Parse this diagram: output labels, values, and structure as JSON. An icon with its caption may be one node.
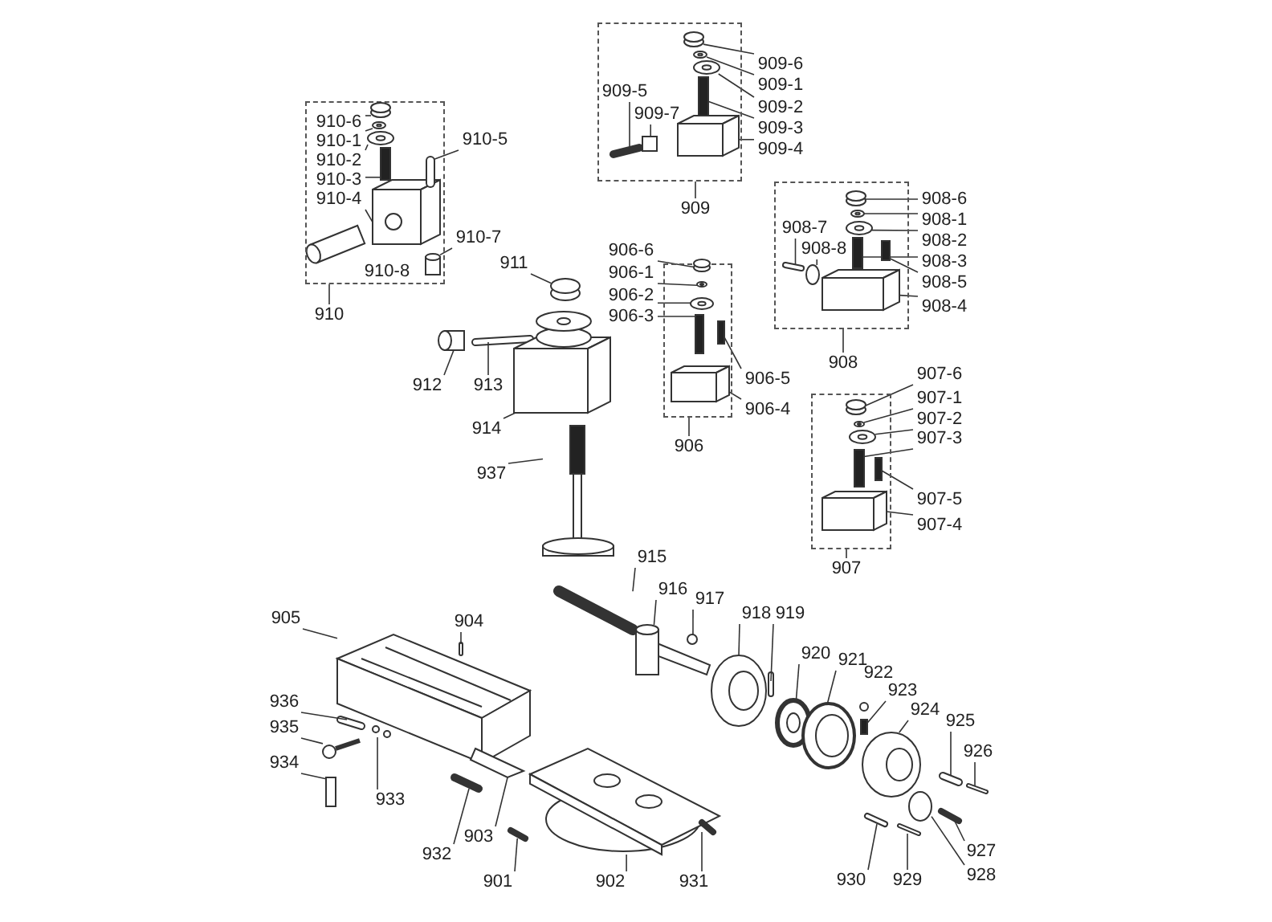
{
  "diagram": {
    "nodes": [
      {
        "text": [],
        "shape": "box"
      },
      {
        "text": [
          "910-6"
        ],
        "in": 0
      },
      {
        "text": [
          "910-1"
        ],
        "in": 0
      },
      {
        "text": [
          "910-2"
        ],
        "in": 0
      },
      {
        "text": [
          "910-3"
        ],
        "in": 0
      },
      {
        "text": [
          "910-4"
        ],
        "in": 0
      },
      {
        "text": [
          "910-8"
        ],
        "in": 0
      },
      {
        "text": [
          "910-5"
        ]
      },
      {
        "text": [
          "910-7"
        ]
      },
      {
        "text": [
          "910"
        ]
      },
      {
        "text": [],
        "shape": "box"
      },
      {
        "text": [
          "909-5"
        ],
        "in": 10
      },
      {
        "text": [
          "909-7"
        ],
        "in": 10
      },
      {
        "text": [
          "909-6"
        ]
      },
      {
        "text": [
          "909-1"
        ]
      },
      {
        "text": [
          "909-2"
        ]
      },
      {
        "text": [
          "909-3"
        ]
      },
      {
        "text": [
          "909-4"
        ]
      },
      {
        "text": [
          "909"
        ]
      },
      {
        "text": [],
        "shape": "box"
      },
      {
        "text": [
          "908-7"
        ],
        "in": 19
      },
      {
        "text": [
          "908-8"
        ],
        "in": 19
      },
      {
        "text": [
          "908-6"
        ]
      },
      {
        "text": [
          "908-1"
        ]
      },
      {
        "text": [
          "908-2"
        ]
      },
      {
        "text": [
          "908-3"
        ]
      },
      {
        "text": [
          "908-5"
        ]
      },
      {
        "text": [
          "908-4"
        ]
      },
      {
        "text": [
          "908"
        ]
      },
      {
        "text": [
          "911"
        ]
      },
      {
        "text": [
          "912"
        ]
      },
      {
        "text": [
          "913"
        ]
      },
      {
        "text": [
          "914"
        ]
      },
      {
        "text": [],
        "shape": "box"
      },
      {
        "text": [
          "906-6"
        ]
      },
      {
        "text": [
          "906-1"
        ]
      },
      {
        "text": [
          "906-2"
        ]
      },
      {
        "text": [
          "906-3"
        ]
      },
      {
        "text": [
          "906-5"
        ]
      },
      {
        "text": [
          "906-4"
        ]
      },
      {
        "text": [
          "906"
        ]
      },
      {
        "text": [
          "937"
        ]
      },
      {
        "text": [],
        "shape": "box"
      },
      {
        "text": [
          "907-6"
        ]
      },
      {
        "text": [
          "907-1"
        ]
      },
      {
        "text": [
          "907-2"
        ]
      },
      {
        "text": [
          "907-3"
        ]
      },
      {
        "text": [
          "907-5"
        ]
      },
      {
        "text": [
          "907-4"
        ]
      },
      {
        "text": [
          "907"
        ]
      },
      {
        "text": [
          "905"
        ]
      },
      {
        "text": [
          "904"
        ]
      },
      {
        "text": [
          "915"
        ]
      },
      {
        "text": [
          "916"
        ]
      },
      {
        "text": [
          "917"
        ]
      },
      {
        "text": [
          "918"
        ]
      },
      {
        "text": [
          "919"
        ]
      },
      {
        "text": [
          "920"
        ]
      },
      {
        "text": [
          "921"
        ]
      },
      {
        "text": [
          "922"
        ]
      },
      {
        "text": [
          "923"
        ]
      },
      {
        "text": [
          "924"
        ]
      },
      {
        "text": [
          "925"
        ]
      },
      {
        "text": [
          "926"
        ]
      },
      {
        "text": [
          "936"
        ]
      },
      {
        "text": [
          "935"
        ]
      },
      {
        "text": [
          "934"
        ]
      },
      {
        "text": [
          "933"
        ]
      },
      {
        "text": [
          "932"
        ]
      },
      {
        "text": [
          "903"
        ]
      },
      {
        "text": [
          "927"
        ]
      },
      {
        "text": [
          "928"
        ]
      },
      {
        "text": [
          "901"
        ]
      },
      {
        "text": [
          "902"
        ]
      },
      {
        "text": [
          "931"
        ]
      },
      {
        "text": [
          "930"
        ]
      },
      {
        "text": [
          "929"
        ]
      },
      {
        "text": [],
        "shape": "cylinder",
        "in": 0
      },
      {
        "text": [],
        "shape": "ring",
        "in": 0
      },
      {
        "text": [],
        "shape": "ring",
        "in": 0
      },
      {
        "text": [],
        "shape": "bar",
        "in": 0
      },
      {
        "text": [],
        "shape": "box",
        "in": 0
      },
      {
        "text": [],
        "shape": "bar",
        "in": 0
      },
      {
        "text": [],
        "shape": "cylinder",
        "in": 0
      },
      {
        "text": [],
        "shape": "bar",
        "in": 10
      },
      {
        "text": [],
        "shape": "box",
        "in": 10
      },
      {
        "text": [],
        "shape": "cylinder",
        "in": 10
      },
      {
        "text": [],
        "shape": "ring",
        "in": 10
      },
      {
        "text": [],
        "shape": "ring",
        "in": 10
      },
      {
        "text": [],
        "shape": "bar",
        "in": 10
      },
      {
        "text": [],
        "shape": "box",
        "in": 10
      },
      {
        "text": [],
        "shape": "bar",
        "in": 19
      },
      {
        "text": [],
        "shape": "circle",
        "in": 19
      },
      {
        "text": [],
        "shape": "cylinder",
        "in": 19
      },
      {
        "text": [],
        "shape": "ring",
        "in": 19
      },
      {
        "text": [],
        "shape": "ring",
        "in": 19
      },
      {
        "text": [],
        "shape": "bar",
        "in": 19
      },
      {
        "text": [],
        "shape": "bar",
        "in": 19
      },
      {
        "text": [],
        "shape": "box",
        "in": 19
      },
      {
        "text": [],
        "shape": "cylinder"
      },
      {
        "text": [],
        "shape": "cylinder"
      },
      {
        "text": [],
        "shape": "bar"
      },
      {
        "text": [],
        "shape": "box"
      },
      {
        "text": [],
        "shape": "cylinder",
        "in": 33
      },
      {
        "text": [],
        "shape": "ring",
        "in": 33
      },
      {
        "text": [],
        "shape": "ring",
        "in": 33
      },
      {
        "text": [],
        "shape": "bar",
        "in": 33
      },
      {
        "text": [],
        "shape": "bar",
        "in": 33
      },
      {
        "text": [],
        "shape": "box",
        "in": 33
      },
      {
        "text": [],
        "shape": "bar"
      },
      {
        "text": [],
        "shape": "cylinder",
        "in": 42
      },
      {
        "text": [],
        "shape": "ring",
        "in": 42
      },
      {
        "text": [],
        "shape": "ring",
        "in": 42
      },
      {
        "text": [],
        "shape": "bar",
        "in": 42
      },
      {
        "text": [],
        "shape": "bar",
        "in": 42
      },
      {
        "text": [],
        "shape": "box",
        "in": 42
      },
      {
        "text": [],
        "shape": "box"
      },
      {
        "text": [],
        "shape": "bar"
      },
      {
        "text": [],
        "shape": "bar"
      },
      {
        "text": [],
        "shape": "cylinder"
      },
      {
        "text": [],
        "shape": "circle"
      },
      {
        "text": [],
        "shape": "ring"
      },
      {
        "text": [],
        "shape": "bar"
      },
      {
        "text": [],
        "shape": "ring"
      },
      {
        "text": [],
        "shape": "ring"
      },
      {
        "text": [],
        "shape": "bar"
      },
      {
        "text": [],
        "shape": "ring"
      },
      {
        "text": [],
        "shape": "bar"
      },
      {
        "text": [],
        "shape": "bar"
      },
      {
        "text": [],
        "shape": "bar"
      },
      {
        "text": [],
        "shape": "circle"
      },
      {
        "text": [],
        "shape": "bar"
      },
      {
        "text": [],
        "shape": "circle"
      },
      {
        "text": [],
        "shape": "bar"
      },
      {
        "text": [],
        "shape": "bar"
      },
      {
        "text": [],
        "shape": "bar"
      },
      {
        "text": [],
        "shape": "circle"
      },
      {
        "text": [],
        "shape": "bar"
      },
      {
        "text": [],
        "shape": "box"
      },
      {
        "text": [],
        "shape": "bar"
      },
      {
        "text": [],
        "shape": "bar"
      },
      {
        "text": [],
        "shape": "bar"
      }
    ],
    "edges": [
      {
        "from": 1,
        "to": 77,
        "arrow": "none"
      },
      {
        "from": 2,
        "to": 78,
        "arrow": "none"
      },
      {
        "from": 3,
        "to": 79,
        "arrow": "none"
      },
      {
        "from": 4,
        "to": 80,
        "arrow": "none"
      },
      {
        "from": 5,
        "to": 81,
        "arrow": "none"
      },
      {
        "from": 7,
        "to": 82,
        "arrow": "none"
      },
      {
        "from": 8,
        "to": 83,
        "arrow": "none"
      },
      {
        "from": 9,
        "to": 0,
        "arrow": "none"
      },
      {
        "from": 11,
        "to": 84,
        "arrow": "none"
      },
      {
        "from": 12,
        "to": 85,
        "arrow": "none"
      },
      {
        "from": 13,
        "to": 86,
        "arrow": "none"
      },
      {
        "from": 14,
        "to": 87,
        "arrow": "none"
      },
      {
        "from": 15,
        "to": 88,
        "arrow": "none"
      },
      {
        "from": 16,
        "to": 89,
        "arrow": "none"
      },
      {
        "from": 17,
        "to": 90,
        "arrow": "none"
      },
      {
        "from": 18,
        "to": 10,
        "arrow": "none"
      },
      {
        "from": 20,
        "to": 91,
        "arrow": "none"
      },
      {
        "from": 21,
        "to": 92,
        "arrow": "none"
      },
      {
        "from": 22,
        "to": 93,
        "arrow": "none"
      },
      {
        "from": 23,
        "to": 94,
        "arrow": "none"
      },
      {
        "from": 24,
        "to": 95,
        "arrow": "none"
      },
      {
        "from": 25,
        "to": 96,
        "arrow": "none"
      },
      {
        "from": 26,
        "to": 97,
        "arrow": "none"
      },
      {
        "from": 27,
        "to": 98,
        "arrow": "none"
      },
      {
        "from": 28,
        "to": 19,
        "arrow": "none"
      },
      {
        "from": 29,
        "to": 99,
        "arrow": "none"
      },
      {
        "from": 30,
        "to": 100,
        "arrow": "none"
      },
      {
        "from": 31,
        "to": 101,
        "arrow": "none"
      },
      {
        "from": 32,
        "to": 102,
        "arrow": "none"
      },
      {
        "from": 34,
        "to": 103,
        "arrow": "none"
      },
      {
        "from": 35,
        "to": 104,
        "arrow": "none"
      },
      {
        "from": 36,
        "to": 105,
        "arrow": "none"
      },
      {
        "from": 37,
        "to": 106,
        "arrow": "none"
      },
      {
        "from": 38,
        "to": 107,
        "arrow": "none"
      },
      {
        "from": 39,
        "to": 108,
        "arrow": "none"
      },
      {
        "from": 40,
        "to": 33,
        "arrow": "none"
      },
      {
        "from": 41,
        "to": 109,
        "arrow": "none"
      },
      {
        "from": 43,
        "to": 110,
        "arrow": "none"
      },
      {
        "from": 44,
        "to": 111,
        "arrow": "none"
      },
      {
        "from": 45,
        "to": 112,
        "arrow": "none"
      },
      {
        "from": 46,
        "to": 113,
        "arrow": "none"
      },
      {
        "from": 47,
        "to": 114,
        "arrow": "none"
      },
      {
        "from": 48,
        "to": 115,
        "arrow": "none"
      },
      {
        "from": 49,
        "to": 42,
        "arrow": "none"
      },
      {
        "from": 50,
        "to": 116,
        "arrow": "none"
      },
      {
        "from": 51,
        "to": 117,
        "arrow": "none"
      },
      {
        "from": 52,
        "to": 118,
        "arrow": "none"
      },
      {
        "from": 53,
        "to": 119,
        "arrow": "none"
      },
      {
        "from": 54,
        "to": 120,
        "arrow": "none"
      },
      {
        "from": 55,
        "to": 121,
        "arrow": "none"
      },
      {
        "from": 56,
        "to": 122,
        "arrow": "none"
      },
      {
        "from": 57,
        "to": 123,
        "arrow": "none"
      },
      {
        "from": 58,
        "to": 124,
        "arrow": "none"
      },
      {
        "from": 60,
        "to": 125,
        "arrow": "none"
      },
      {
        "from": 61,
        "to": 126,
        "arrow": "none"
      },
      {
        "from": 62,
        "to": 127,
        "arrow": "none"
      },
      {
        "from": 63,
        "to": 128,
        "arrow": "none"
      },
      {
        "from": 64,
        "to": 129,
        "arrow": "none"
      },
      {
        "from": 65,
        "to": 130,
        "arrow": "none"
      },
      {
        "from": 66,
        "to": 131,
        "arrow": "none"
      },
      {
        "from": 67,
        "to": 132,
        "arrow": "none"
      },
      {
        "from": 68,
        "to": 133,
        "arrow": "none"
      },
      {
        "from": 69,
        "to": 134,
        "arrow": "none"
      },
      {
        "from": 70,
        "to": 135,
        "arrow": "none"
      },
      {
        "from": 71,
        "to": 136,
        "arrow": "none"
      },
      {
        "from": 72,
        "to": 137,
        "arrow": "none"
      },
      {
        "from": 73,
        "to": 138,
        "arrow": "none"
      },
      {
        "from": 74,
        "to": 139,
        "arrow": "none"
      },
      {
        "from": 75,
        "to": 140,
        "arrow": "none"
      },
      {
        "from": 76,
        "to": 141,
        "arrow": "none"
      }
    ]
  }
}
